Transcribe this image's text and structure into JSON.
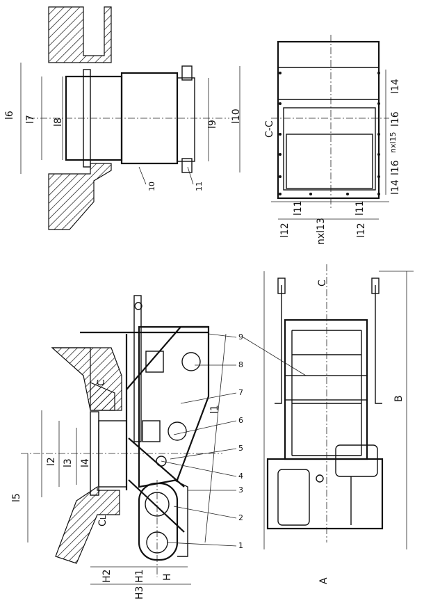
{
  "top_left_view": {
    "dims": [
      "l6",
      "l7",
      "l8",
      "l9",
      "l10"
    ],
    "parts": [
      "10",
      "11"
    ]
  },
  "section_view": {
    "title": "C-C",
    "side_dims": [
      "l14",
      "l16",
      "nxl15",
      "l16",
      "l14"
    ],
    "bottom_dims": [
      "l11",
      "l11",
      "l12",
      "nxl13",
      "l12"
    ]
  },
  "side_view": {
    "dims": [
      "l2",
      "l3",
      "l4",
      "l5",
      "l1"
    ],
    "section_mark": "C",
    "centerline_mark": "C",
    "centerline_sub": "L",
    "height_dims": [
      "H2",
      "H1",
      "H",
      "H3"
    ],
    "parts": [
      "9",
      "8",
      "7",
      "6",
      "5",
      "4",
      "3",
      "2",
      "1"
    ]
  },
  "plan_view": {
    "dims": [
      "C",
      "B",
      "A"
    ]
  }
}
